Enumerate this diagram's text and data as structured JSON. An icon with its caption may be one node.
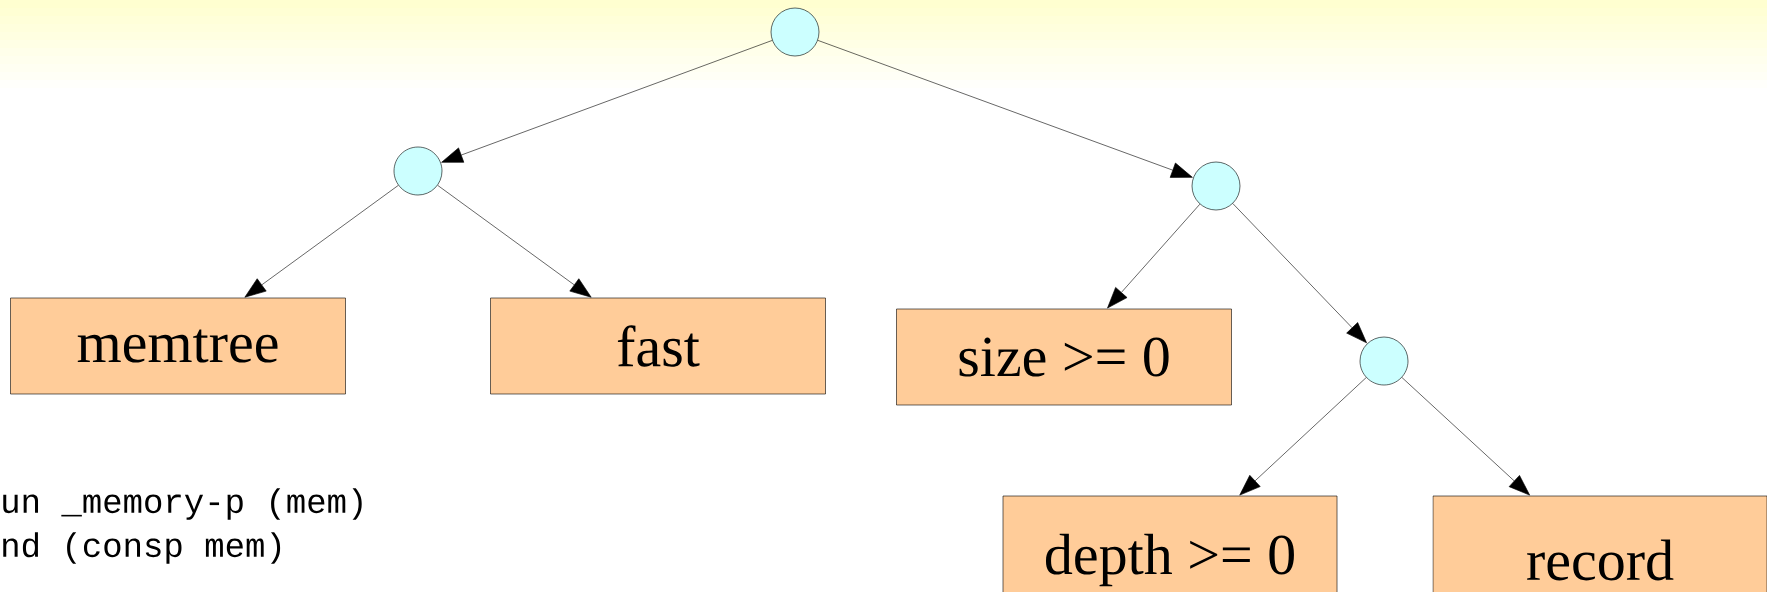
{
  "diagram": {
    "nodes": [
      {
        "text": [],
        "shape": "circle"
      },
      {
        "text": [],
        "shape": "circle"
      },
      {
        "text": [],
        "shape": "circle"
      },
      {
        "text": [
          "memtree"
        ]
      },
      {
        "text": [
          "fast"
        ]
      },
      {
        "text": [
          "size >= 0"
        ]
      },
      {
        "text": [],
        "shape": "circle"
      },
      {
        "text": [
          "depth >= 0"
        ]
      },
      {
        "text": [
          "record"
        ]
      }
    ],
    "edges": [
      {
        "from": 0,
        "to": 1,
        "arrow": "to"
      },
      {
        "from": 0,
        "to": 2,
        "arrow": "to"
      },
      {
        "from": 1,
        "to": 3,
        "arrow": "to"
      },
      {
        "from": 1,
        "to": 4,
        "arrow": "to"
      },
      {
        "from": 2,
        "to": 5,
        "arrow": "to"
      },
      {
        "from": 2,
        "to": 6,
        "arrow": "to"
      },
      {
        "from": 6,
        "to": 7,
        "arrow": "to"
      },
      {
        "from": 6,
        "to": 8,
        "arrow": "to"
      }
    ],
    "labels": [
      "un _memory-p (mem)",
      "nd (consp mem)"
    ]
  }
}
